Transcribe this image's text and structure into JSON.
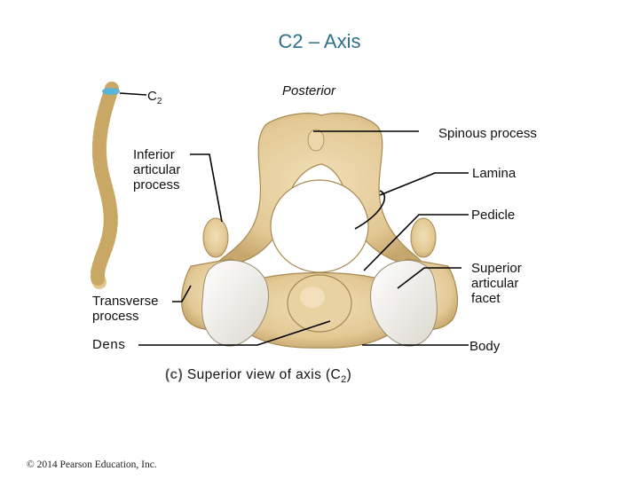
{
  "title": "C2 – Axis",
  "labels": {
    "posterior": "Posterior",
    "c2": "C",
    "c2_sub": "2",
    "spinous_process": "Spinous process",
    "inferior_articular_process_line1": "Inferior",
    "inferior_articular_process_line2": "articular",
    "inferior_articular_process_line3": "process",
    "lamina": "Lamina",
    "pedicle": "Pedicle",
    "superior_articular_facet_line1": "Superior",
    "superior_articular_facet_line2": "articular",
    "superior_articular_facet_line3": "facet",
    "transverse_process_line1": "Transverse",
    "transverse_process_line2": "process",
    "dens": "Dens",
    "body": "Body"
  },
  "caption": {
    "tag": "(c)",
    "text": "Superior view of axis (C",
    "sub": "2",
    "close": ")"
  },
  "copyright": "© 2014 Pearson Education, Inc.",
  "colors": {
    "title": "#2f6f87",
    "bone": "#e6cfa0",
    "bone_shadow": "#b89a62",
    "facet": "#f3f1ec",
    "highlight": "#5ab4d6"
  }
}
